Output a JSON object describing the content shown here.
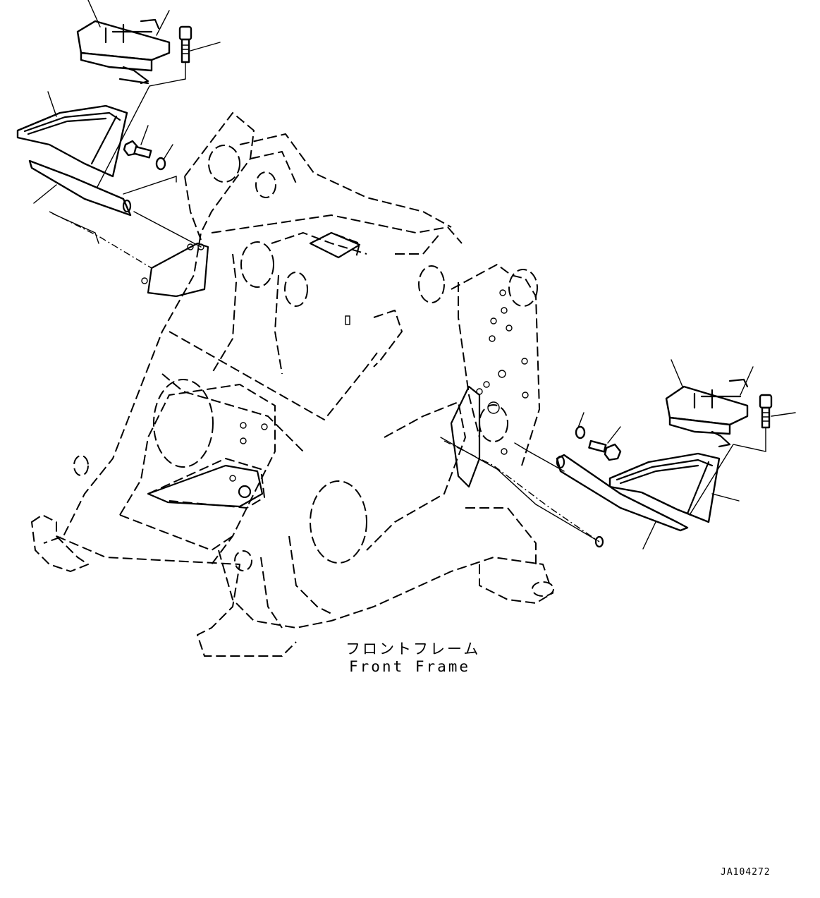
{
  "frame_label": {
    "japanese": "フロントフレーム",
    "english": "Front Frame"
  },
  "drawing_code": "JA104272"
}
